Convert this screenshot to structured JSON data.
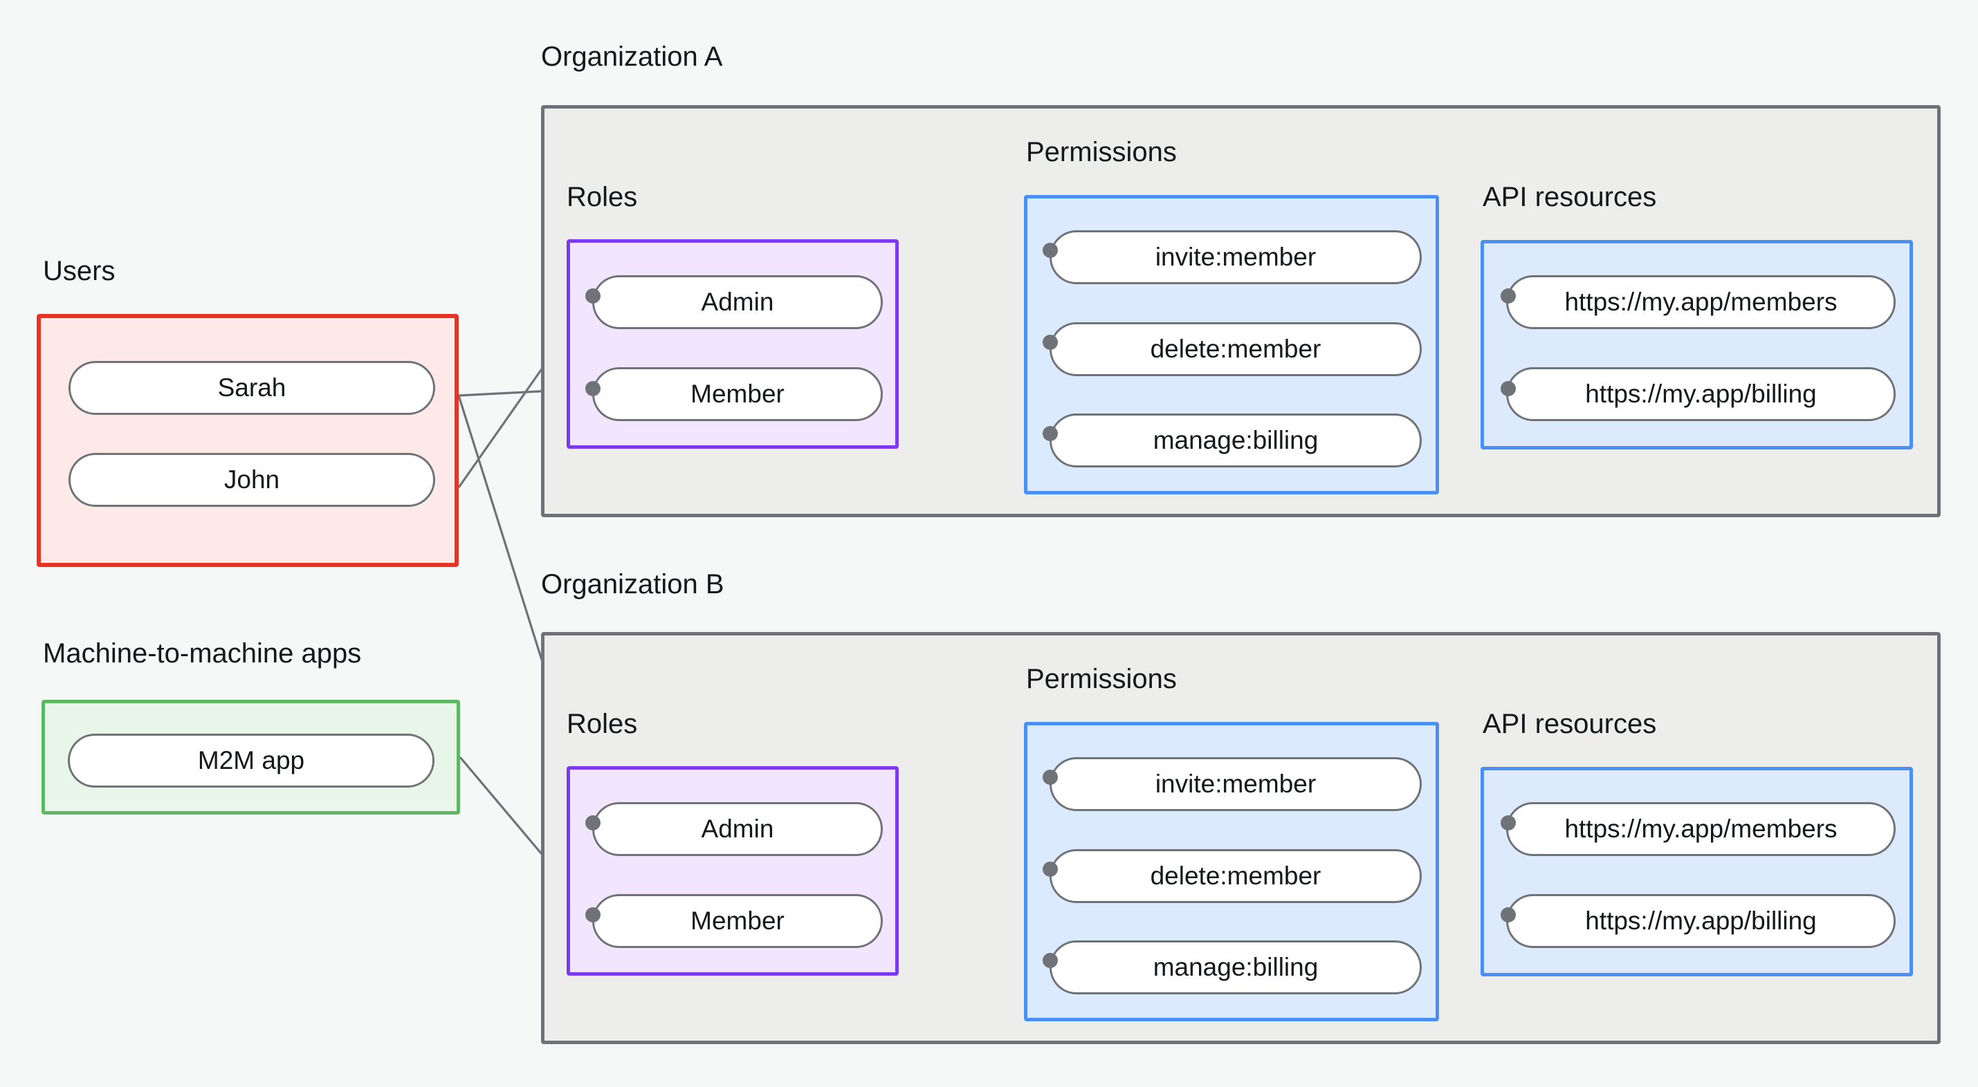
{
  "diagram": {
    "title_visible": false,
    "colors": {
      "background": "#f6f8f8",
      "org_border": "#6f7377",
      "org_fill": "#ededec",
      "users_border": "#e83226",
      "users_fill": "#fdeae8",
      "m2m_border": "#5cb862",
      "m2m_fill": "#e8f6e9",
      "roles_border": "#7c3aed",
      "roles_fill": "#f1e6fd",
      "permissions_border": "#4a90f4",
      "permissions_fill": "#dbeafe",
      "api_border": "#4a90f4",
      "api_fill": "#dceafc",
      "node_border": "#6f7377",
      "node_fill": "#ffffff",
      "edge": "#6f7377",
      "text": "#14181b"
    }
  },
  "labels": {
    "users": "Users",
    "m2m": "Machine-to-machine apps",
    "org_a": "Organization A",
    "org_b": "Organization B",
    "roles_a": "Roles",
    "roles_b": "Roles",
    "permissions_a": "Permissions",
    "permissions_b": "Permissions",
    "api_a": "API resources",
    "api_b": "API resources"
  },
  "users": {
    "items": [
      {
        "label": "Sarah"
      },
      {
        "label": "John"
      }
    ]
  },
  "m2m_apps": {
    "items": [
      {
        "label": "M2M app"
      }
    ]
  },
  "org_a": {
    "roles": [
      {
        "label": "Admin"
      },
      {
        "label": "Member"
      }
    ],
    "permissions": [
      {
        "label": "invite:member"
      },
      {
        "label": "delete:member"
      },
      {
        "label": "manage:billing"
      }
    ],
    "api_resources": [
      {
        "label": "https://my.app/members"
      },
      {
        "label": "https://my.app/billing"
      }
    ]
  },
  "org_b": {
    "roles": [
      {
        "label": "Admin"
      },
      {
        "label": "Member"
      }
    ],
    "permissions": [
      {
        "label": "invite:member"
      },
      {
        "label": "delete:member"
      },
      {
        "label": "manage:billing"
      }
    ],
    "api_resources": [
      {
        "label": "https://my.app/members"
      },
      {
        "label": "https://my.app/billing"
      }
    ]
  },
  "connections": [
    {
      "from": "Sarah",
      "to": "Organization A / Member"
    },
    {
      "from": "Sarah",
      "to": "Organization B / Admin"
    },
    {
      "from": "John",
      "to": "Organization A / Admin"
    },
    {
      "from": "M2M app",
      "to": "Organization B / Member"
    },
    {
      "from": "Organization A / Admin",
      "to": "Organization A / invite:member"
    },
    {
      "from": "Organization A / Admin",
      "to": "Organization A / delete:member"
    },
    {
      "from": "Organization A / Member",
      "to": "Organization A / manage:billing"
    },
    {
      "from": "Organization A / invite:member",
      "to": "Organization A / https://my.app/members"
    },
    {
      "from": "Organization A / delete:member",
      "to": "Organization A / https://my.app/members"
    },
    {
      "from": "Organization A / manage:billing",
      "to": "Organization A / https://my.app/billing"
    },
    {
      "from": "Organization B / Admin",
      "to": "Organization B / invite:member"
    },
    {
      "from": "Organization B / Admin",
      "to": "Organization B / delete:member"
    },
    {
      "from": "Organization B / Member",
      "to": "Organization B / manage:billing"
    },
    {
      "from": "Organization B / invite:member",
      "to": "Organization B / https://my.app/members"
    },
    {
      "from": "Organization B / delete:member",
      "to": "Organization B / https://my.app/members"
    },
    {
      "from": "Organization B / manage:billing",
      "to": "Organization B / https://my.app/billing"
    }
  ]
}
